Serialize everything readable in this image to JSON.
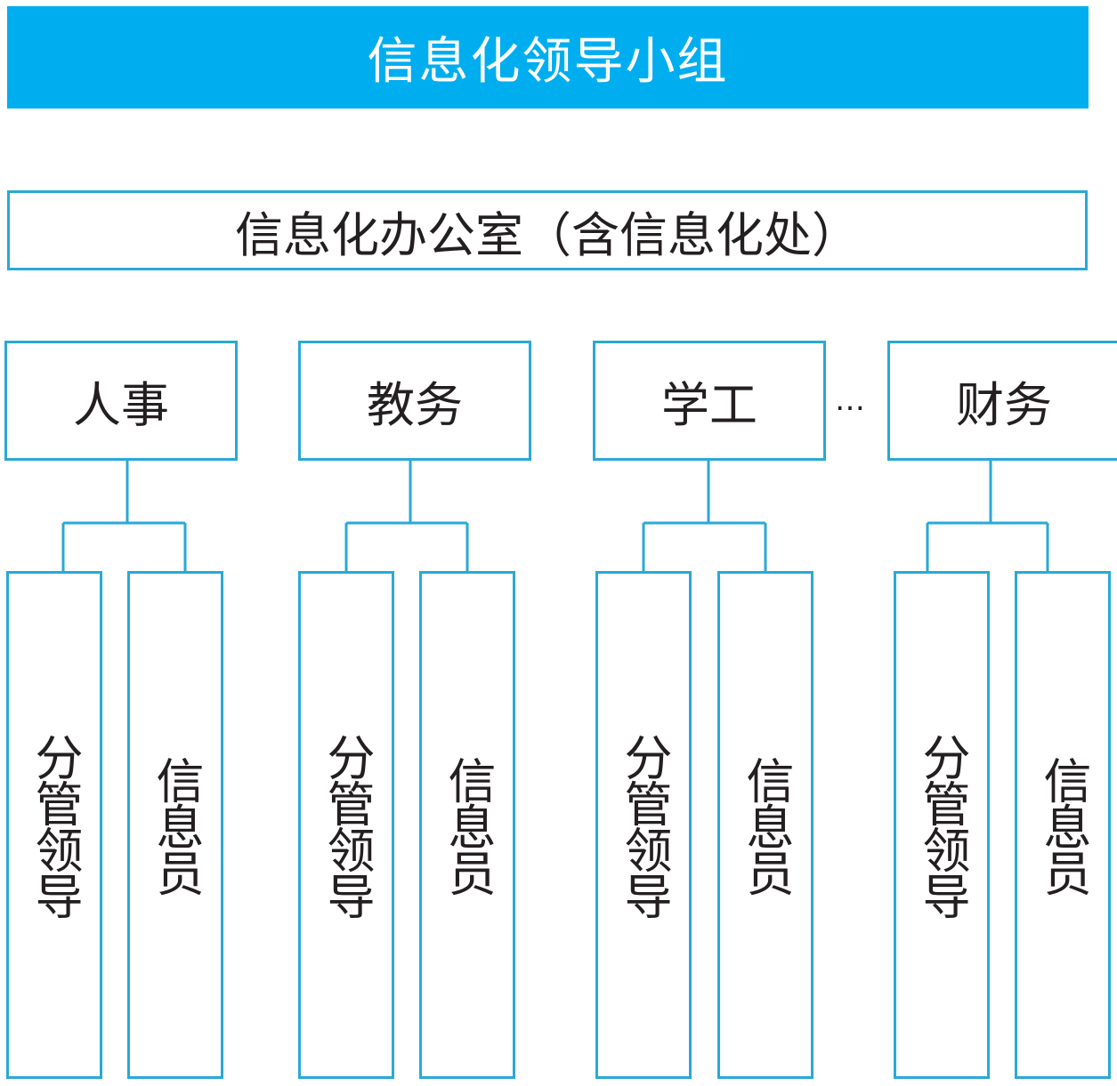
{
  "leadership_group": "信息化领导小组",
  "office": "信息化办公室（含信息化处）",
  "ellipsis": "…",
  "departments": [
    {
      "label": "人事",
      "roles": [
        "分管领导",
        "信息员"
      ]
    },
    {
      "label": "教务",
      "roles": [
        "分管领导",
        "信息员"
      ]
    },
    {
      "label": "学工",
      "roles": [
        "分管领导",
        "信息员"
      ]
    },
    {
      "label": "财务",
      "roles": [
        "分管领导",
        "信息员"
      ]
    }
  ],
  "colors": {
    "accent": "#00aeef",
    "border": "#29a9d6",
    "text": "#231f20"
  }
}
